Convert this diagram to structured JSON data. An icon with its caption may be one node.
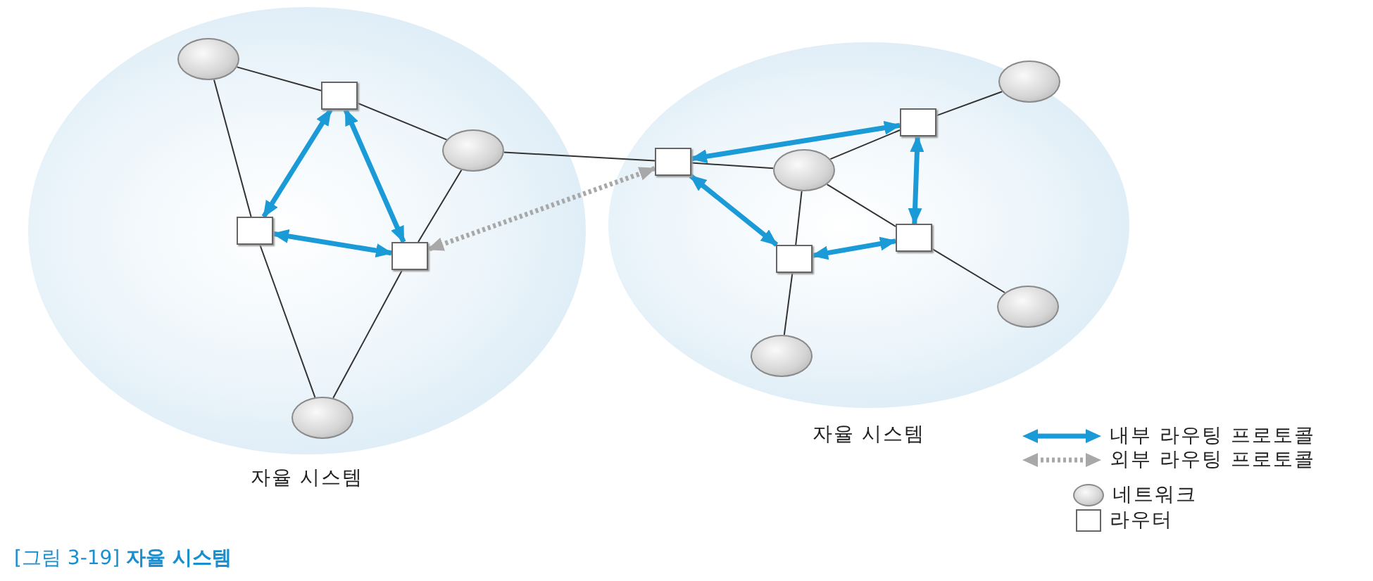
{
  "diagram": {
    "caption": "[그림 3-19] **자율 시스템**",
    "nodes": [
      {
        "text": [
          "자율 시스템"
        ]
      },
      {
        "text": [],
        "shape": "circle",
        "in": 0
      },
      {
        "text": [],
        "shape": "box",
        "in": 0
      },
      {
        "text": [],
        "shape": "circle",
        "in": 0
      },
      {
        "text": [],
        "shape": "box",
        "in": 0
      },
      {
        "text": [],
        "shape": "box",
        "in": 0
      },
      {
        "text": [],
        "shape": "circle",
        "in": 0
      },
      {
        "text": [
          "자율 시스템"
        ]
      },
      {
        "text": [],
        "shape": "box",
        "in": 7
      },
      {
        "text": [],
        "shape": "circle",
        "in": 7
      },
      {
        "text": [],
        "shape": "box",
        "in": 7
      },
      {
        "text": [],
        "shape": "circle",
        "in": 7
      },
      {
        "text": [],
        "shape": "box",
        "in": 7
      },
      {
        "text": [],
        "shape": "box",
        "in": 7
      },
      {
        "text": [],
        "shape": "circle",
        "in": 7
      },
      {
        "text": [],
        "shape": "circle",
        "in": 7
      }
    ],
    "edges": [
      {
        "from": 1,
        "to": 2,
        "arrow": "none"
      },
      {
        "from": 1,
        "to": 4,
        "arrow": "none"
      },
      {
        "from": 4,
        "to": 6,
        "arrow": "none"
      },
      {
        "from": 2,
        "to": 3,
        "arrow": "none"
      },
      {
        "from": 3,
        "to": 5,
        "arrow": "none"
      },
      {
        "from": 5,
        "to": 6,
        "arrow": "none"
      },
      {
        "from": 3,
        "to": 8,
        "arrow": "none"
      },
      {
        "from": 8,
        "to": 11,
        "arrow": "none"
      },
      {
        "from": 11,
        "to": 10,
        "arrow": "none"
      },
      {
        "from": 10,
        "to": 9,
        "arrow": "none"
      },
      {
        "from": 11,
        "to": 12,
        "arrow": "none"
      },
      {
        "from": 12,
        "to": 14,
        "arrow": "none"
      },
      {
        "from": 11,
        "to": 13,
        "arrow": "none"
      },
      {
        "from": 13,
        "to": 15,
        "arrow": "none"
      },
      {
        "from": 2,
        "to": 4,
        "arrow": "both",
        "style": "thick",
        "color": "#1a9ad6"
      },
      {
        "from": 2,
        "to": 5,
        "arrow": "both",
        "style": "thick",
        "color": "#1a9ad6"
      },
      {
        "from": 4,
        "to": 5,
        "arrow": "both",
        "style": "thick",
        "color": "#1a9ad6"
      },
      {
        "from": 8,
        "to": 10,
        "arrow": "both",
        "style": "thick",
        "color": "#1a9ad6"
      },
      {
        "from": 8,
        "to": 13,
        "arrow": "both",
        "style": "thick",
        "color": "#1a9ad6"
      },
      {
        "from": 10,
        "to": 12,
        "arrow": "both",
        "style": "thick",
        "color": "#1a9ad6"
      },
      {
        "from": 13,
        "to": 12,
        "arrow": "both",
        "style": "thick",
        "color": "#1a9ad6"
      },
      {
        "from": 8,
        "to": 5,
        "arrow": "both",
        "style": "dashed",
        "color": "#a8a8a8"
      }
    ],
    "legend": [
      {
        "text": "내부 라우팅 프로토콜"
      },
      {
        "text": "외부 라우팅 프로토콜"
      },
      {
        "text": "네트워크"
      },
      {
        "text": "라우터"
      }
    ]
  }
}
